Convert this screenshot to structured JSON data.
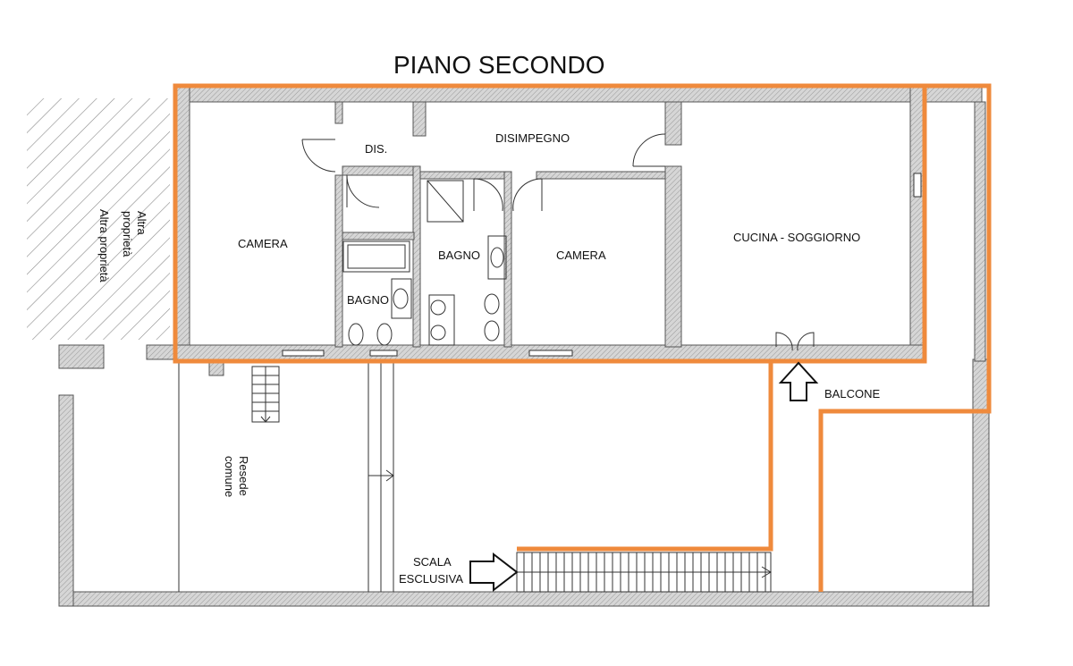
{
  "title": "PIANO SECONDO",
  "rooms": {
    "camera_left": "CAMERA",
    "dis": "DIS.",
    "disimpegno": "DISIMPEGNO",
    "bagno_left": "BAGNO",
    "bagno_mid": "BAGNO",
    "camera_mid": "CAMERA",
    "cucina": "CUCINA - SOGGIORNO"
  },
  "labels": {
    "balcone": "BALCONE",
    "scala_line1": "SCALA",
    "scala_line2": "ESCLUSIVA",
    "resede_line1": "Resede",
    "resede_line2": "comune",
    "altra_line1": "Altra",
    "altra_line2": "proprietà",
    "altra_line3": "Altra proprietà"
  },
  "colors": {
    "highlight": "#ef8a3c",
    "wall": "#bdbdbd",
    "line": "#333333"
  }
}
